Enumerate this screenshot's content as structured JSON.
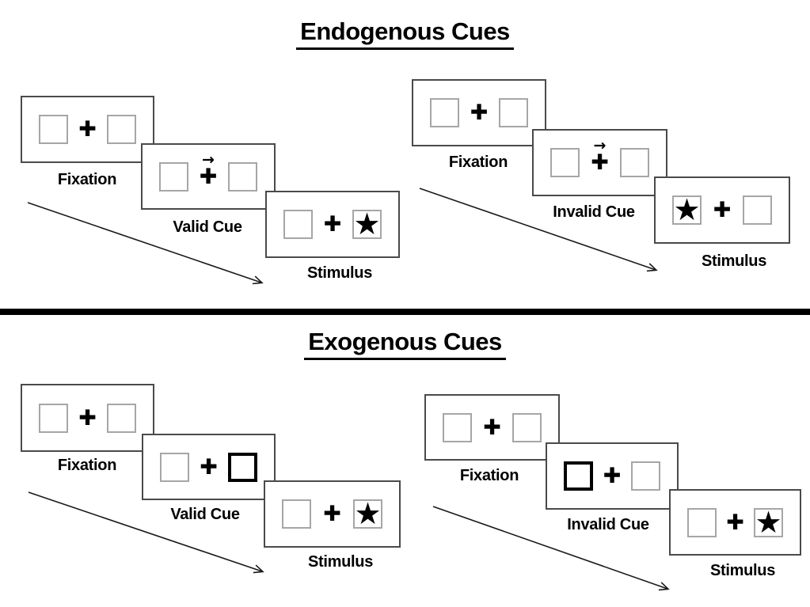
{
  "sections": [
    {
      "id": "endogenous",
      "title": "Endogenous Cues",
      "sequences": [
        {
          "id": "valid",
          "panels": [
            {
              "label": "Fixation"
            },
            {
              "label": "Valid Cue"
            },
            {
              "label": "Stimulus"
            }
          ]
        },
        {
          "id": "invalid",
          "panels": [
            {
              "label": "Fixation"
            },
            {
              "label": "Invalid Cue"
            },
            {
              "label": "Stimulus"
            }
          ]
        }
      ]
    },
    {
      "id": "exogenous",
      "title": "Exogenous Cues",
      "sequences": [
        {
          "id": "valid",
          "panels": [
            {
              "label": "Fixation"
            },
            {
              "label": "Valid Cue"
            },
            {
              "label": "Stimulus"
            }
          ]
        },
        {
          "id": "invalid",
          "panels": [
            {
              "label": "Fixation"
            },
            {
              "label": "Invalid Cue"
            },
            {
              "label": "Stimulus"
            }
          ]
        }
      ]
    }
  ],
  "icons": {
    "fixation_cross": "✚",
    "cue_arrow": "→",
    "star": "★"
  },
  "colors": {
    "panel_border": "#4a4a4a",
    "box_border": "#a6a6a6",
    "highlight_border": "#000000",
    "glyph": "#000000",
    "divider": "#000000",
    "title": "#000000"
  }
}
